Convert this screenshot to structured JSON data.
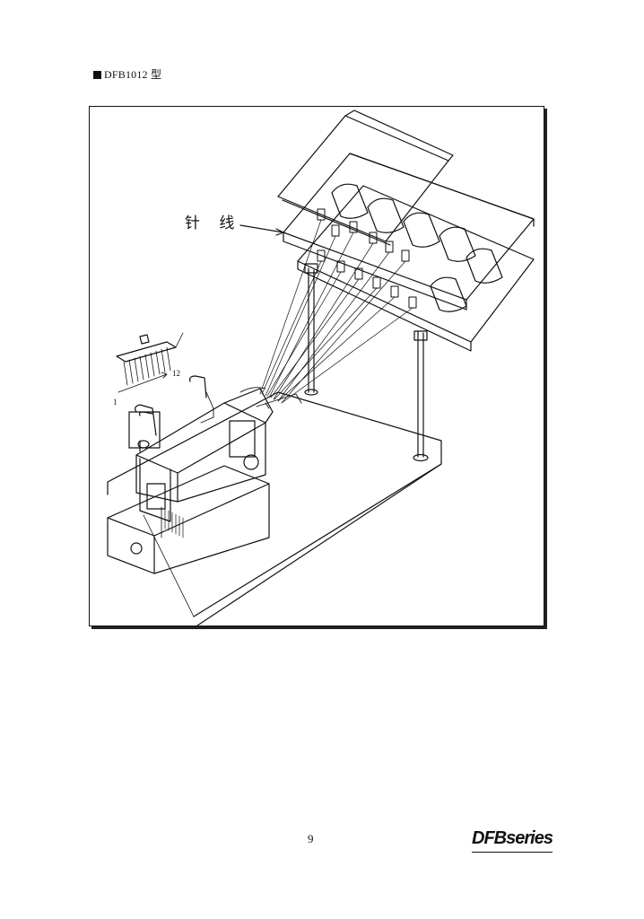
{
  "header": {
    "model_title": "DFB1012 型"
  },
  "figure": {
    "callout_label": "针 线",
    "numbering": {
      "start": "1",
      "end": "12"
    }
  },
  "footer": {
    "page_number": "9",
    "series_logo": "DFBseries"
  }
}
